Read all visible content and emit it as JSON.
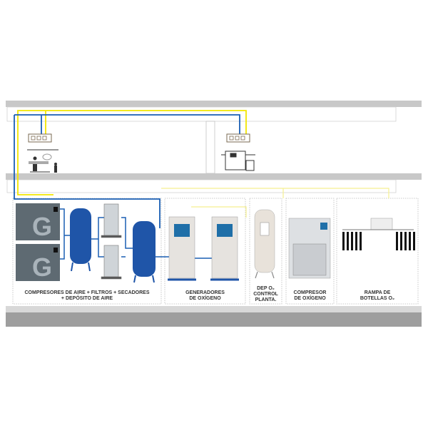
{
  "colors": {
    "oxygen_line": "#f2e600",
    "air_line": "#1a5fb4",
    "equipment_blue": "#1f55a8",
    "slab": "#c8c8c8"
  },
  "sections": [
    {
      "id": "air",
      "line1": "COMPRESORES DE AIRE + FILTROS + SECADORES",
      "line2": "+ DEPÓSITO DE AIRE"
    },
    {
      "id": "generators",
      "line1": "GENERADORES",
      "line2": "DE OXÍGENO"
    },
    {
      "id": "tank",
      "line1": "DEP O₂",
      "line2": "CONTROL",
      "line3": "PLANTA."
    },
    {
      "id": "compressor",
      "line1": "COMPRESOR",
      "line2": "DE OXÍGENO"
    },
    {
      "id": "ramp",
      "line1": "RAMPA DE",
      "line2": "BOTELLAS O₂"
    }
  ]
}
